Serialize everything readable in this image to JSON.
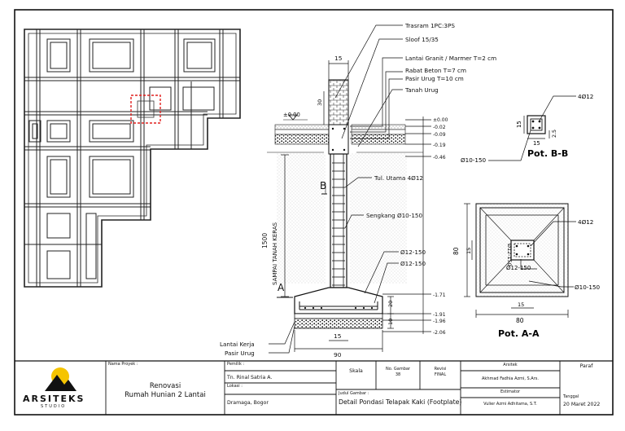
{
  "colors": {
    "ink": "#111111",
    "highlight": "#e0201e",
    "logo_sun": "#f5c400",
    "ground": "#9a9a9a"
  },
  "drawing": {
    "section_labels": {
      "trasram": "Trasram 1PC:3PS",
      "sloof": "Sloof 15/35",
      "lantai": "Lantai Granit / Marmer  T=2 cm",
      "rabat": "Rabat Beton T=7 cm",
      "pasir_urug": "Pasir Urug T=10 cm",
      "tanah_urug": "Tanah Urug",
      "tul_utama": "Tul. Utama 4Ø12",
      "sengkang": "Sengkang Ø10-150",
      "tul1": "Ø12-150",
      "tul2": "Ø12-150",
      "lantai_kerja": "Lantai Kerja",
      "pasir_urug_bawah": "Pasir Urug",
      "vertical_label": "SAMPAI TANAH KERAS",
      "level_zero": "±0.00",
      "cut_a": "A",
      "cut_b": "B"
    },
    "dims": {
      "top_width": "15",
      "d30": "30",
      "d1500": "1500",
      "d20": "20",
      "d10": "10",
      "bottom_col": "15",
      "footing_width": "90"
    },
    "levels": [
      "±0.00",
      "-0.02",
      "-0.09",
      "-0.19",
      "-0.46",
      "-1.71",
      "-1.91",
      "-1.96",
      "-2.06"
    ],
    "pot_bb": {
      "title": "Pot. B-B",
      "rebar": "4Ø12",
      "stirrup": "Ø10-150",
      "dim_h": "15",
      "dim_w": "15",
      "dim_c": "2.5"
    },
    "pot_aa": {
      "title": "Pot. A-A",
      "rebar": "4Ø12",
      "bar1": "Ø12-150",
      "bar2": "Ø12-150",
      "stirrup": "Ø10-150",
      "dim_h": "80",
      "dim_w": "80",
      "dim_inner_w": "15",
      "dim_inner_h": "15"
    }
  },
  "title_block": {
    "logo_name": "ARSITEKS",
    "logo_sub": "STUDIO",
    "project_label": "Nama Proyek :",
    "project_name_1": "Renovasi",
    "project_name_2": "Rumah Hunian 2 Lantai",
    "owner_label": "Pemilik :",
    "owner": "Tn. Rinal Satria A.",
    "location_label": "Lokasi :",
    "location": "Dramaga, Bogor",
    "scale_label": "Skala",
    "sheet_no_label": "No. Gambar",
    "sheet_no": "38",
    "revision_label": "Revisi",
    "revision": "FINAL",
    "drawing_title_label": "Judul Gambar :",
    "drawing_title": "Detail Pondasi Telapak Kaki (Footplate)",
    "architect_label": "Arsitek",
    "architect": "Akhmad Fadhia Azmi, S.Ars.",
    "estimator_label": "Estimator",
    "estimator": "Vulier Azmi Adhitama, S.T.",
    "sign_label": "Paraf",
    "date_label": "Tanggal",
    "date": "20 Maret 2022"
  }
}
